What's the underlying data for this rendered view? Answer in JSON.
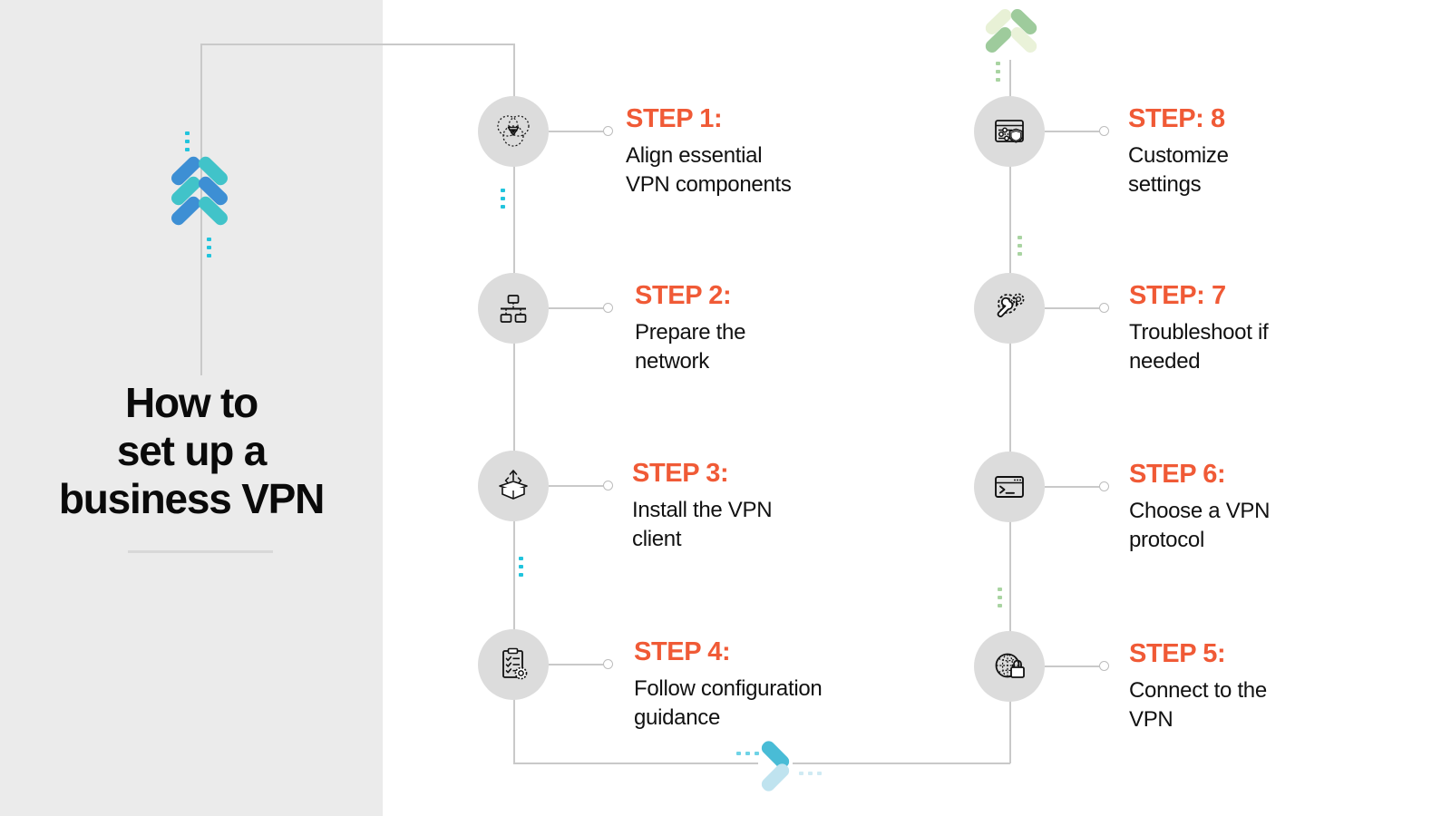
{
  "colors": {
    "accent_orange": "#f05a36",
    "panel_gray": "#ebebeb",
    "icon_circle_gray": "#dcdcdc",
    "connector_gray": "#c9c9c9",
    "dot_cyan": "#21c4dd",
    "dot_green": "#a9d4a2",
    "logo_blue": "#3d8fd4",
    "logo_teal": "#41c3c9",
    "logo_green_light": "#e8f1d6",
    "logo_green_mid": "#9ecb9c",
    "arrow_blue": "#49bcd6",
    "arrow_blue_pale": "#bfe3ef",
    "text_black": "#0a0a0a"
  },
  "title": {
    "line1": "How to",
    "line2": "set up a",
    "line3": "business VPN"
  },
  "logos": {
    "main": "triple-chevron-up-logo",
    "secondary": "double-chevron-up-logo-green",
    "flow_arrow": "chevron-right-arrow"
  },
  "steps": [
    {
      "id": "step-1",
      "head": "STEP 1:",
      "body": "Align essential\nVPN components",
      "icon": "venn-diagram-icon",
      "column": "left"
    },
    {
      "id": "step-2",
      "head": "STEP 2:",
      "body": "Prepare the\nnetwork",
      "icon": "network-topology-icon",
      "column": "left"
    },
    {
      "id": "step-3",
      "head": "STEP 3:",
      "body": "Install the VPN\nclient",
      "icon": "open-box-code-icon",
      "column": "left"
    },
    {
      "id": "step-4",
      "head": "STEP 4:",
      "body": "Follow configuration\nguidance",
      "icon": "clipboard-checklist-gear-icon",
      "column": "left"
    },
    {
      "id": "step-5",
      "head": "STEP 5:",
      "body": "Connect to the\nVPN",
      "icon": "globe-lock-icon",
      "column": "right"
    },
    {
      "id": "step-6",
      "head": "STEP 6:",
      "body": "Choose a VPN\nprotocol",
      "icon": "terminal-window-icon",
      "column": "right"
    },
    {
      "id": "step-7",
      "head": "STEP: 7",
      "body": "Troubleshoot if\nneeded",
      "icon": "wrench-gears-icon",
      "column": "right"
    },
    {
      "id": "step-8",
      "head": "STEP: 8",
      "body": "Customize\nsettings",
      "icon": "settings-sliders-shield-icon",
      "column": "right"
    }
  ]
}
